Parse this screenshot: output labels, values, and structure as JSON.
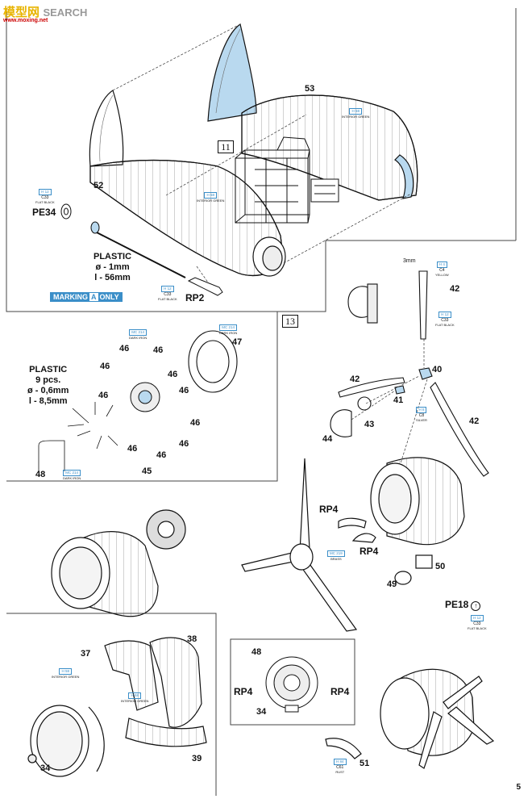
{
  "watermark": {
    "brand": "模型网",
    "search": "SEARCH",
    "site": "www.moxing.net"
  },
  "page_number": "5",
  "steps": {
    "s11": "11",
    "s13": "13"
  },
  "marking_note": {
    "prefix": "MARKING",
    "letter": "A",
    "suffix": "ONLY"
  },
  "plastic_notes": {
    "p1": {
      "line1": "PLASTIC",
      "line2": "ø - 1mm",
      "line3": "l - 56mm"
    },
    "p2": {
      "line1": "PLASTIC",
      "line2": "9 pcs.",
      "line3": "ø - 0,6mm",
      "line4": "l - 8,5mm"
    }
  },
  "dimension_note": "3mm",
  "part_labels": {
    "p53": "53",
    "p52": "52",
    "pe34": "PE34",
    "rp2": "RP2",
    "p46a": "46",
    "p46b": "46",
    "p46c": "46",
    "p46d": "46",
    "p46e": "46",
    "p46f": "46",
    "p46g": "46",
    "p46h": "46",
    "p46i": "46",
    "p46j": "46",
    "p47": "47",
    "p45": "45",
    "p48a": "48",
    "p42a": "42",
    "p42b": "42",
    "p42c": "42",
    "p40": "40",
    "p41": "41",
    "p43": "43",
    "p44": "44",
    "rp4a": "RP4",
    "rp4b": "RP4",
    "p50": "50",
    "p49": "49",
    "p37": "37",
    "p38": "38",
    "p39": "39",
    "p34a": "34",
    "p48b": "48",
    "rp4c": "RP4",
    "rp4d": "RP4",
    "p34b": "34",
    "pe18": "PE18",
    "p51": "51"
  },
  "paint_callouts": {
    "pc1": {
      "code": "H 58",
      "name": "INTERIOR GREEN"
    },
    "pc2": {
      "code": "H 58",
      "name": "INTERIOR GREEN"
    },
    "pc3": {
      "code": "H 12",
      "c": "C33",
      "name": "FLAT BLACK"
    },
    "pc4": {
      "code": "H 12",
      "c": "C33",
      "name": "FLAT BLACK"
    },
    "pc5": {
      "code": "MC 214",
      "name": "DARK IRON"
    },
    "pc6": {
      "code": "MC 214",
      "name": "DARK IRON"
    },
    "pc7": {
      "code": "MC 214",
      "name": "DARK IRON"
    },
    "pc8": {
      "code": "H 4",
      "c": "C4",
      "name": "YELLOW"
    },
    "pc9": {
      "code": "H 12",
      "c": "C33",
      "name": "FLAT BLACK"
    },
    "pc10": {
      "code": "H 8",
      "c": "C8",
      "name": "SILVER"
    },
    "pc11": {
      "code": "MC 219",
      "name": "BRASS"
    },
    "pc12": {
      "code": "H 58",
      "name": "INTERIOR GREEN"
    },
    "pc13": {
      "code": "H 58",
      "name": "INTERIOR GREEN"
    },
    "pc14": {
      "code": "H 12",
      "c": "C33",
      "name": "FLAT BLACK"
    },
    "pc15": {
      "code": "H 84",
      "c": "C61",
      "name": "RUST"
    }
  },
  "colors": {
    "callout_blue": "#3a8ec8",
    "fill_blue": "#b9d9ef",
    "line": "#111111"
  }
}
